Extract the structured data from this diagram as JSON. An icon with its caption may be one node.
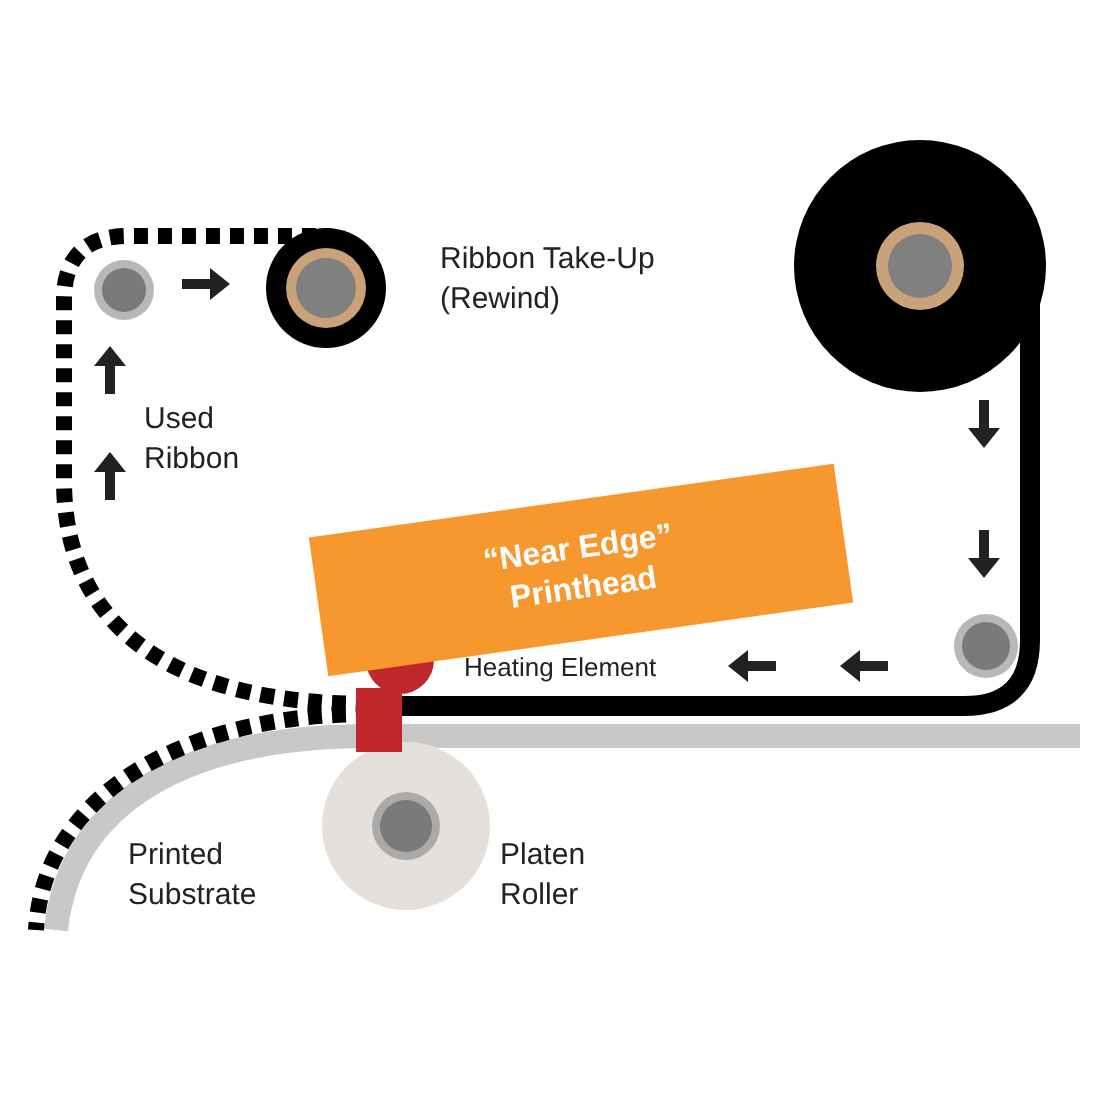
{
  "diagram": {
    "nodes": [
      {
        "text": [
          "“Near Edge” Printhead"
        ]
      }
    ],
    "labels": [
      "Ribbon Take-Up (Rewind)",
      "Used Ribbon",
      "Heating Element",
      "Printed Substrate",
      "Platen Roller"
    ]
  }
}
